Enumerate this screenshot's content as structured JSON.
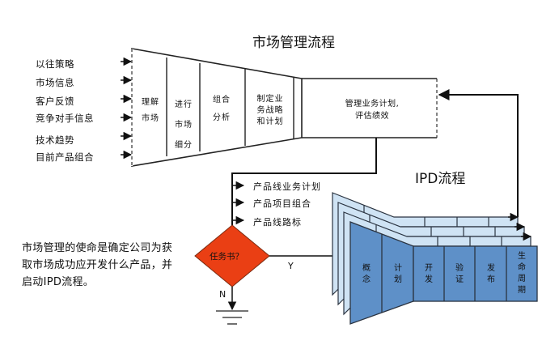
{
  "market_process": {
    "title": "市场管理流程",
    "inputs": [
      "以往策略",
      "市场信息",
      "客户反馈",
      "竞争对手信息",
      "技术趋势",
      "目前产品组合"
    ],
    "stages": [
      {
        "lines": [
          "理解",
          "市场"
        ]
      },
      {
        "lines": [
          "进行",
          "市场",
          "细分"
        ]
      },
      {
        "lines": [
          "组合",
          "分析"
        ]
      },
      {
        "lines": [
          "制定业",
          "务战略",
          "和计划"
        ]
      }
    ],
    "final_box": {
      "lines": [
        "管理业务计划,",
        "评估绩效"
      ]
    }
  },
  "outputs": [
    "产品线业务计划",
    "产品项目组合",
    "产品线路标"
  ],
  "decision": {
    "label": "任务书？",
    "yes_label": "Y",
    "no_label": "N",
    "color": "#ea3f14"
  },
  "ipd_process": {
    "title": "IPD流程",
    "stages": [
      "概念",
      "计划",
      "开发",
      "验证",
      "发布",
      "生命周期"
    ],
    "colors": {
      "stage_fill": "#5e90c8",
      "back_panel_fill": "#cfe3f4",
      "border": "#2a3340"
    }
  },
  "mission_text": "市场管理的使命是确定公司为获取市场成功应开发什么产品，并启动IPD流程。"
}
